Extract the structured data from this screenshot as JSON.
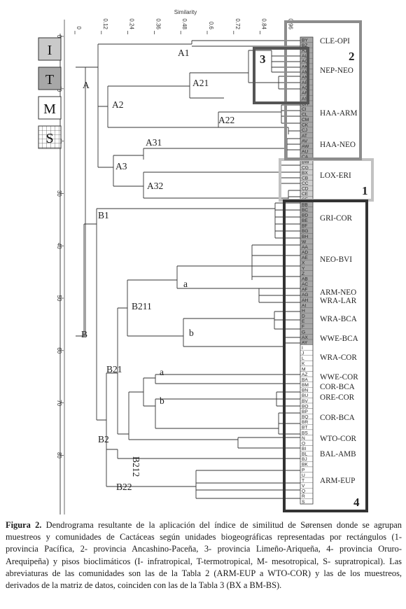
{
  "figure": {
    "axis": {
      "label": "Similarity",
      "top_ticks": [
        "0",
        "0.12",
        "0.24",
        "0.36",
        "0.48",
        "0.6",
        "0.72",
        "0.84",
        "0.96"
      ],
      "left_ticks": [
        "0",
        "10",
        "20",
        "30",
        "40",
        "50",
        "60",
        "70",
        "80"
      ]
    },
    "legend": [
      {
        "letter": "I",
        "fill": "#c9c9c9"
      },
      {
        "letter": "T",
        "fill": "#a7a7a7"
      },
      {
        "letter": "M",
        "fill": "#ffffff"
      },
      {
        "letter": "S",
        "fill": "grid"
      }
    ],
    "branch_labels": [
      "A",
      "A1",
      "A2",
      "A21",
      "A22",
      "A3",
      "A31",
      "A32",
      "B",
      "B1",
      "B2",
      "B21",
      "B211",
      "B212",
      "B22",
      "a",
      "b",
      "a",
      "b"
    ],
    "leaves": [
      "BY",
      "BZ",
      "AJ",
      "AL",
      "AO",
      "AK",
      "AM",
      "AN",
      "AP",
      "AQ",
      "AR",
      "AS",
      "CH",
      "CI",
      "CL",
      "CM",
      "CK",
      "CJ",
      "AT",
      "AV",
      "AW",
      "AU",
      "CA",
      "BW",
      "CG",
      "BX",
      "CB",
      "CC",
      "CD",
      "CE",
      "CF",
      "BB",
      "BC",
      "BD",
      "BE",
      "BF",
      "BG",
      "BH",
      "W",
      "AA",
      "AD",
      "AE",
      "X",
      "Y",
      "Z",
      "AB",
      "AC",
      "AF",
      "AG",
      "AH",
      "AI",
      "H",
      "D",
      "E",
      "F",
      "G",
      "AX",
      "AY",
      "I",
      "J",
      "L",
      "K",
      "M",
      "AZ",
      "BA",
      "BM",
      "BN",
      "BU",
      "BV",
      "BO",
      "BP",
      "BQ",
      "BR",
      "BT",
      "BS",
      "N",
      "O",
      "BI",
      "BL",
      "BJ",
      "BK",
      "P",
      "U",
      "T",
      "V",
      "Q",
      "R",
      "S"
    ],
    "communities": [
      "CLE-OPI",
      "NEP-NEO",
      "HAA-ARM",
      "HAA-NEO",
      "LOX-ERI",
      "GRI-COR",
      "NEO-BVI",
      "ARM-NEO",
      "WRA-LAR",
      "WRA-BCA",
      "WWE-BCA",
      "WRA-COR",
      "WWE-COR",
      "COR-BCA",
      "ORE-COR",
      "COR-BCA",
      "WTO-COR",
      "BAL-AMB",
      "ARM-EUP"
    ],
    "regions": [
      "1",
      "2",
      "3",
      "4"
    ],
    "colors": {
      "region_box": "#333333",
      "region_gray": "#8c8c8c",
      "region_light": "#c2c2c2",
      "strip_dark": "#a6a6a6",
      "strip_light": "#cfcfcf"
    }
  },
  "caption": {
    "label": "Figura 2.",
    "text": " Dendrograma resultante de la aplicación del índice de similitud de Sørensen donde se agrupan muestreos y comunidades de Cactáceas según unidades biogeográficas representadas por rectángulos (1- provincia Pacífica, 2- provincia Ancashino-Paceña, 3- provincia Limeño-Ariqueña, 4- provincia Oruro-Arequipeña) y pisos bioclimáticos (I- infratropical, T-termotropical, M- mesotropical, S- supratropical). Las abreviaturas de las comunidades son las de la Tabla 2 (ARM-EUP a WTO-COR) y las de los muestreos, derivados de la matriz de datos, coinciden con las de la Tabla 3 (BX a BM-BS)."
  }
}
